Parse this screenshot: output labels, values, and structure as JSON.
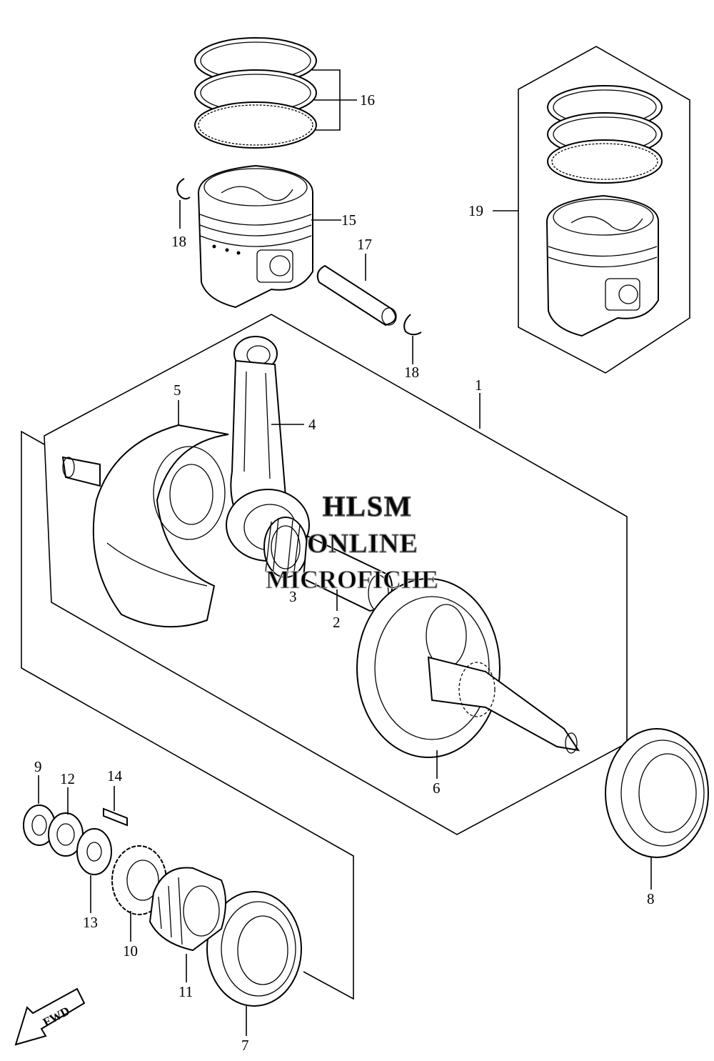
{
  "watermark": {
    "line1": "HLSM",
    "line2": "ONLINE",
    "line3": "MICROFICHE"
  },
  "fwd_label": "FWD",
  "callouts": {
    "c1": "1",
    "c2": "2",
    "c3": "3",
    "c4": "4",
    "c5": "5",
    "c6": "6",
    "c7": "7",
    "c8": "8",
    "c9": "9",
    "c10": "10",
    "c11": "11",
    "c12": "12",
    "c13": "13",
    "c14": "14",
    "c15": "15",
    "c16": "16",
    "c17": "17",
    "c18a": "18",
    "c18b": "18",
    "c19": "19"
  }
}
